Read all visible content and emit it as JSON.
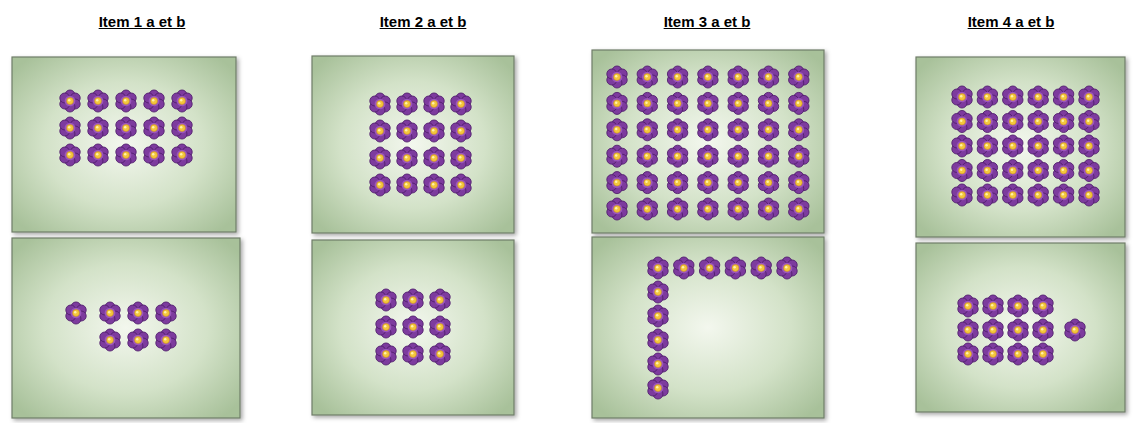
{
  "diagram": {
    "labels": [
      "Item 1 a et b",
      "Item 2 a et b",
      "Item 3 a et b",
      "Item 4 a et b"
    ]
  }
}
